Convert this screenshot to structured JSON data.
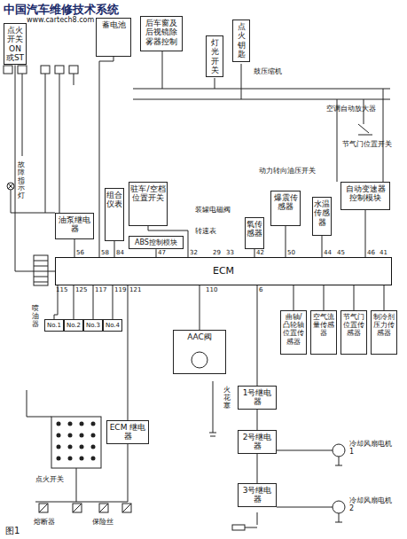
{
  "diagram": {
    "title": "中国汽车维修技术系统",
    "caption": "图1",
    "nodes": [
      {
        "text": [
          "点火开关ON或ST"
        ]
      },
      {
        "text": [
          "蓄电池"
        ]
      },
      {
        "text": [
          "后车窗及后视镜除雾器控制"
        ]
      },
      {
        "text": [
          "灯光开关"
        ]
      },
      {
        "text": [
          "点火钥匙"
        ]
      },
      {
        "text": [
          "油泵继电器"
        ]
      },
      {
        "text": [
          "组合仪表"
        ]
      },
      {
        "text": [
          "驻车/空档位置开关"
        ]
      },
      {
        "text": [
          "ABS控制模块"
        ]
      },
      {
        "text": [
          "氧传感器"
        ]
      },
      {
        "text": [
          "爆震传感器"
        ]
      },
      {
        "text": [
          "水温传感器"
        ]
      },
      {
        "text": [
          "自动变速器控制模块"
        ]
      },
      {
        "text": [
          "ECM"
        ]
      },
      {
        "text": [
          "No.1"
        ]
      },
      {
        "text": [
          "No.2"
        ]
      },
      {
        "text": [
          "No.3"
        ]
      },
      {
        "text": [
          "No.4"
        ]
      },
      {
        "text": [
          "AAC阀"
        ]
      },
      {
        "text": [
          "曲轴/凸轮轴位置传感器"
        ]
      },
      {
        "text": [
          "空气流量传感器"
        ]
      },
      {
        "text": [
          "节气门位置传感器"
        ]
      },
      {
        "text": [
          "制冷剂压力传感器"
        ]
      },
      {
        "text": [
          "1号继电器"
        ]
      },
      {
        "text": [
          "ECM 继电器"
        ]
      },
      {
        "text": [
          "2号继电器"
        ]
      },
      {
        "text": [
          "3号继电器"
        ]
      }
    ],
    "edges": [
      {
        "from": 0,
        "to": 13,
        "arrow": "none"
      },
      {
        "from": 1,
        "to": 13,
        "arrow": "none"
      },
      {
        "from": 5,
        "to": 13,
        "arrow": "none"
      },
      {
        "from": 6,
        "to": 13,
        "arrow": "none"
      },
      {
        "from": 7,
        "to": 13,
        "arrow": "none"
      },
      {
        "from": 8,
        "to": 13,
        "arrow": "none"
      },
      {
        "from": 9,
        "to": 13,
        "arrow": "none"
      },
      {
        "from": 10,
        "to": 13,
        "arrow": "none"
      },
      {
        "from": 11,
        "to": 13,
        "arrow": "none"
      },
      {
        "from": 12,
        "to": 13,
        "arrow": "none"
      },
      {
        "from": 14,
        "to": 13,
        "arrow": "none"
      },
      {
        "from": 15,
        "to": 13,
        "arrow": "none"
      },
      {
        "from": 16,
        "to": 13,
        "arrow": "none"
      },
      {
        "from": 17,
        "to": 13,
        "arrow": "none"
      },
      {
        "from": 18,
        "to": 13,
        "arrow": "none"
      },
      {
        "from": 19,
        "to": 13,
        "arrow": "none"
      },
      {
        "from": 20,
        "to": 13,
        "arrow": "none"
      },
      {
        "from": 21,
        "to": 13,
        "arrow": "none"
      },
      {
        "from": 22,
        "to": 13,
        "arrow": "none"
      },
      {
        "from": 23,
        "to": 13,
        "arrow": "none"
      },
      {
        "from": 24,
        "to": 13,
        "arrow": "none"
      },
      {
        "from": 23,
        "to": 25,
        "arrow": "none"
      },
      {
        "from": 25,
        "to": 26,
        "arrow": "none"
      }
    ],
    "labels": [
      "www.cartech8.com",
      "鼓压缩机",
      "空调自动放大器",
      "节气门位置开关",
      "故障指示灯",
      "装罐电磁阀",
      "转速表",
      "动力转向油压开关",
      "喷油器",
      "火花塞",
      "冷却风扇电机 1",
      "冷却风扇电机 2",
      "点火开关",
      "保险丝",
      "熔断器",
      "56",
      "58",
      "84",
      "47",
      "32",
      "29",
      "33",
      "42",
      "50",
      "44",
      "45",
      "46",
      "41",
      "115",
      "125",
      "117",
      "119",
      "121",
      "110",
      "6"
    ]
  }
}
